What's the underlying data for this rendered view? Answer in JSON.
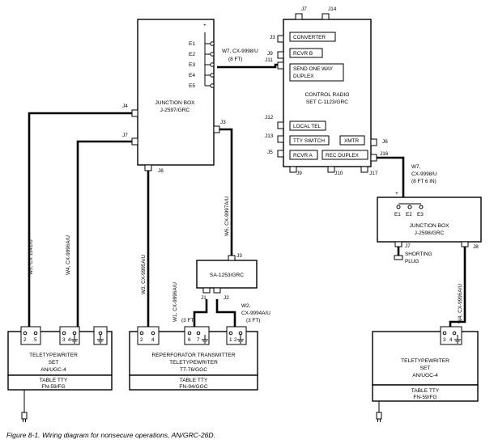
{
  "caption": "Figure 8-1. Wiring diagram for nonsecure operations, AN/GRC-26D.",
  "junction_box_main": {
    "title": "JUNCTION BOX",
    "model": "J-2597/GRC",
    "terminals": [
      "E1",
      "E2",
      "E3",
      "E4",
      "E5"
    ],
    "plus": "+",
    "jacks": {
      "j4": "J4",
      "j7": "J7",
      "j3": "J3",
      "j8": "J8"
    }
  },
  "control_radio": {
    "title": "CONTROL RADIO",
    "model": "SET C-1123/GRC",
    "jacks": {
      "j7": "J7",
      "j14": "J14",
      "j3": "J3",
      "j9": "J9",
      "j11": "J11",
      "j12": "J12",
      "j13": "J13",
      "j5": "J5",
      "j6": "J6",
      "j16": "J16",
      "j10": "J10",
      "j17": "J17"
    },
    "panels": {
      "converter": "CONVERTER",
      "rcvr_b": "RCVR B",
      "send_one_way_1": "SEND ONE WAY",
      "send_one_way_2": "DUPLEX",
      "local_tel": "LOCAL TEL",
      "tty_switch": "TTY SWITCH",
      "xmtr": "XMTR",
      "rcvr_a": "RCVR A",
      "rec_duplex": "REC DUPLEX"
    }
  },
  "cables": {
    "w7_top": {
      "line1": "W7, CX-9998/U",
      "line2": "(8 FT)"
    },
    "w7_right": {
      "line1": "W7,",
      "line2": "CX-9998/U",
      "line3": "(8 FT 6 IN)"
    },
    "w5": "W5, CX 1141/U",
    "w4_left": "W4, CX-9996A/U",
    "w3": "W3, CX-9995A/U",
    "w6": "W6, CX-9997A/U",
    "w1": {
      "line1": "W1, CX-9996A/U",
      "line2": "(3 FT)"
    },
    "w2": {
      "line1": "W2,",
      "line2": "CX-9994A/U",
      "line3": "(3 FT)"
    },
    "w4_right": "W4, CX-9996A/U"
  },
  "sa_unit": {
    "title": "SA-1253/GRC",
    "j3": "J3",
    "j1": "J1",
    "j2": "J2"
  },
  "junction_box_right": {
    "title": "JUNCTION BOX",
    "model": "J-2598/GRC",
    "terminals": [
      "E1",
      "E2",
      "E3"
    ],
    "plus": "+",
    "j8": "J8",
    "j7": "J7",
    "shorting_1": "SHORTING",
    "shorting_2": "PLUG"
  },
  "tty_left": {
    "line1": "TELETYPEWRITER",
    "line2": "SET",
    "line3": "AN/UGC-4",
    "table1": "TABLE TTY",
    "table2": "FN-59/FG",
    "terminals": [
      "2",
      "5",
      "3",
      "4"
    ]
  },
  "tty_mid": {
    "line1": "REPERFORATOR TRANSMITTER",
    "line2": "TELETYPEWRITER",
    "line3": "TT-76/GGC",
    "table1": "TABLE TTY",
    "table2": "FN-94/GGC",
    "terminals": [
      "2",
      "4",
      "6",
      "7",
      "1",
      "2"
    ]
  },
  "tty_right": {
    "line1": "TELETYPEWRITER",
    "line2": "SET",
    "line3": "AN/UGC-4",
    "table1": "TABLE TTY",
    "table2": "FN-59/FG",
    "terminals": [
      "3",
      "4"
    ]
  }
}
